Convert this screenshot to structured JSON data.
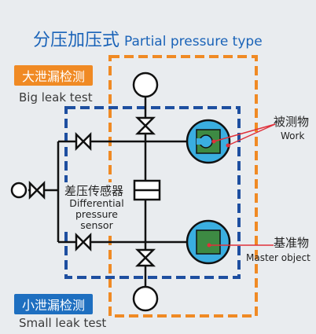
{
  "title": {
    "cn": "分压加压式",
    "en": "Partial pressure type"
  },
  "big_leak": {
    "cn": "大泄漏检测",
    "en": "Big leak test"
  },
  "small_leak": {
    "cn": "小泄漏检测",
    "en": "Small leak test"
  },
  "sensor": {
    "cn": "差压传感器",
    "en": "Differential pressure sensor"
  },
  "work": {
    "cn": "被测物",
    "en": "Work"
  },
  "master": {
    "cn": "基准物",
    "en": "Master object"
  },
  "colors": {
    "accent_blue": "#1e6fc0",
    "accent_orange": "#f08a24",
    "object_fill": "#3aaee0",
    "object_inner": "#3d8a43",
    "leader_red": "#e0303a"
  }
}
